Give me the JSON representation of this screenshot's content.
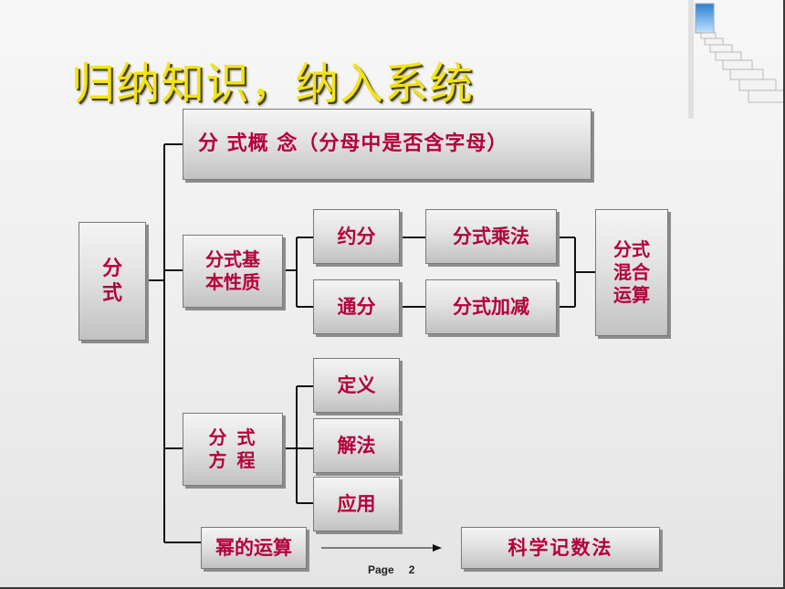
{
  "title": "归纳知识，纳入系统",
  "nodes": {
    "root": "分\n式",
    "concept": "分 式概 念（分母中是否含字母）",
    "property": "分式基\n本性质",
    "reduce": "约分",
    "common_denominator": "通分",
    "multiply": "分式乘法",
    "add_subtract": "分式加减",
    "mixed_ops": "分式\n混合\n运算",
    "equation": "分 式\n方 程",
    "definition": "定义",
    "solution": "解法",
    "application": "应用",
    "power_ops": "幂的运算",
    "scientific_notation": "科学记数法"
  },
  "footer": {
    "label": "Page",
    "number": "2"
  },
  "colors": {
    "title": "#f2e31a",
    "node_text": "#b3003a",
    "lines": "#111111"
  },
  "icons": {
    "corner_decoration": "staircase-icon"
  }
}
